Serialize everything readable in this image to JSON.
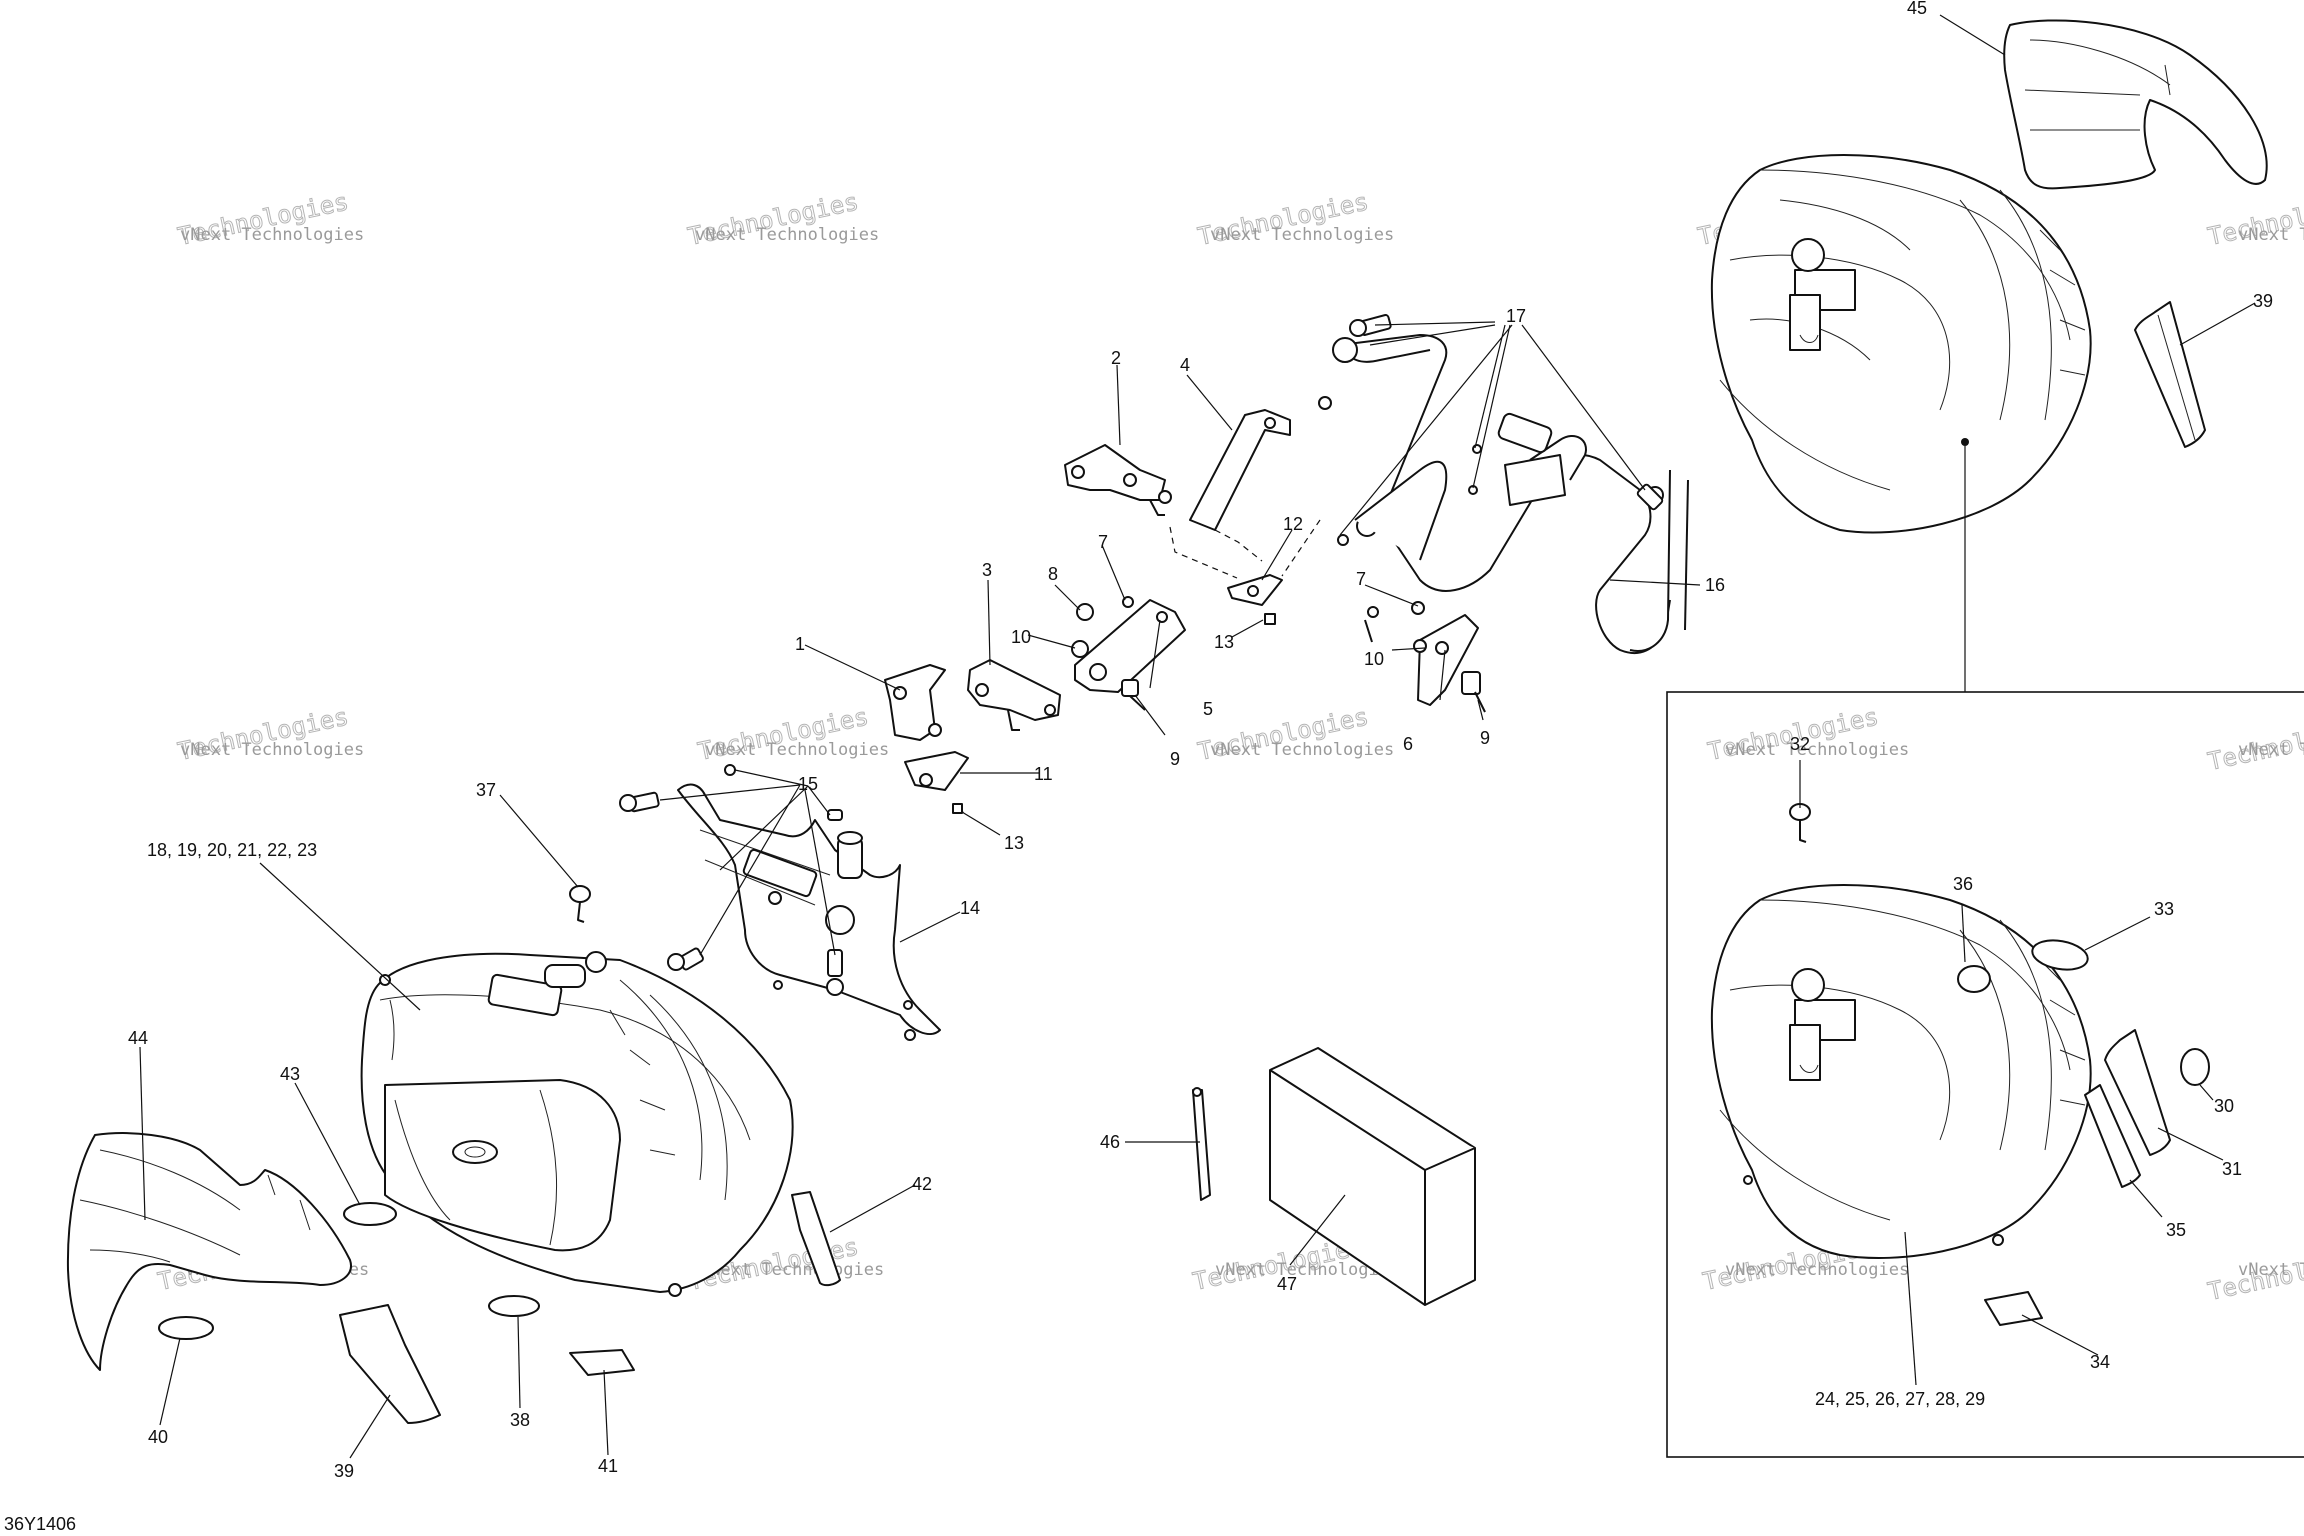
{
  "drawing_code": "36Y1406",
  "watermark": {
    "line1": "vNext Technologies",
    "line2": "Technologies"
  },
  "callouts": [
    {
      "id": "c45",
      "text": "45"
    },
    {
      "id": "c17",
      "text": "17"
    },
    {
      "id": "c39a",
      "text": "39"
    },
    {
      "id": "c16",
      "text": "16"
    },
    {
      "id": "c2",
      "text": "2"
    },
    {
      "id": "c4",
      "text": "4"
    },
    {
      "id": "c12",
      "text": "12"
    },
    {
      "id": "c3",
      "text": "3"
    },
    {
      "id": "c8",
      "text": "8"
    },
    {
      "id": "c7a",
      "text": "7"
    },
    {
      "id": "c7b",
      "text": "7"
    },
    {
      "id": "c1",
      "text": "1"
    },
    {
      "id": "c10a",
      "text": "10"
    },
    {
      "id": "c10b",
      "text": "10"
    },
    {
      "id": "c13a",
      "text": "13"
    },
    {
      "id": "c13b",
      "text": "13"
    },
    {
      "id": "c5",
      "text": "5"
    },
    {
      "id": "c6",
      "text": "6"
    },
    {
      "id": "c9a",
      "text": "9"
    },
    {
      "id": "c9b",
      "text": "9"
    },
    {
      "id": "c11",
      "text": "11"
    },
    {
      "id": "c15",
      "text": "15"
    },
    {
      "id": "c37",
      "text": "37"
    },
    {
      "id": "c18",
      "text": "18, 19, 20, 21, 22, 23"
    },
    {
      "id": "c14",
      "text": "14"
    },
    {
      "id": "c44",
      "text": "44"
    },
    {
      "id": "c43",
      "text": "43"
    },
    {
      "id": "c42",
      "text": "42"
    },
    {
      "id": "c46",
      "text": "46"
    },
    {
      "id": "c47",
      "text": "47"
    },
    {
      "id": "c40",
      "text": "40"
    },
    {
      "id": "c39b",
      "text": "39"
    },
    {
      "id": "c38",
      "text": "38"
    },
    {
      "id": "c41",
      "text": "41"
    },
    {
      "id": "c32",
      "text": "32"
    },
    {
      "id": "c36",
      "text": "36"
    },
    {
      "id": "c33",
      "text": "33"
    },
    {
      "id": "c30",
      "text": "30"
    },
    {
      "id": "c31",
      "text": "31"
    },
    {
      "id": "c35",
      "text": "35"
    },
    {
      "id": "c34",
      "text": "34"
    },
    {
      "id": "c24",
      "text": "24, 25, 26, 27, 28, 29"
    }
  ]
}
